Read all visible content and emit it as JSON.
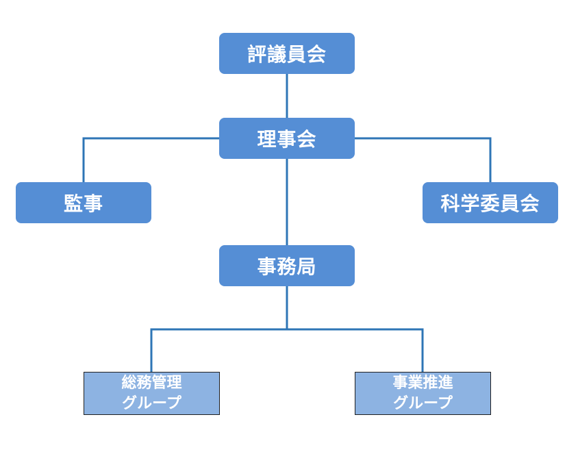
{
  "colors": {
    "box_primary": "#558ed5",
    "box_group": "#8db3e2",
    "connector": "#2e75b6",
    "text": "#ffffff"
  },
  "nodes": {
    "council": "評議員会",
    "board": "理事会",
    "auditor": "監事",
    "science_committee": "科学委員会",
    "secretariat": "事務局",
    "general_affairs_group": {
      "line1": "総務管理",
      "line2": "グループ"
    },
    "business_promotion_group": {
      "line1": "事業推進",
      "line2": "グループ"
    }
  }
}
